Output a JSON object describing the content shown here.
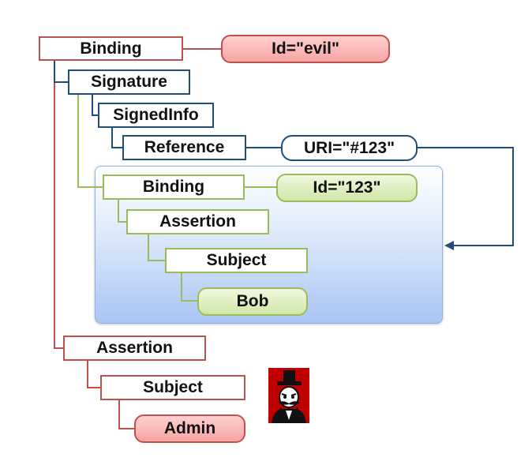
{
  "tree": {
    "outer_binding": {
      "label": "Binding",
      "attr": "Id=\"evil\""
    },
    "signature": "Signature",
    "signed_info": "SignedInfo",
    "reference": {
      "label": "Reference",
      "attr": "URI=\"#123\""
    },
    "signed_binding": {
      "label": "Binding",
      "attr": "Id=\"123\""
    },
    "signed_assertion": "Assertion",
    "signed_subject": "Subject",
    "signed_subject_value": "Bob",
    "injected_assertion": "Assertion",
    "injected_subject": "Subject",
    "injected_subject_value": "Admin"
  },
  "colors": {
    "unsigned": "#c0504d",
    "signature": "#1f4e79",
    "signed": "#9bbb59"
  },
  "icons": {
    "attacker": "attacker-icon"
  }
}
